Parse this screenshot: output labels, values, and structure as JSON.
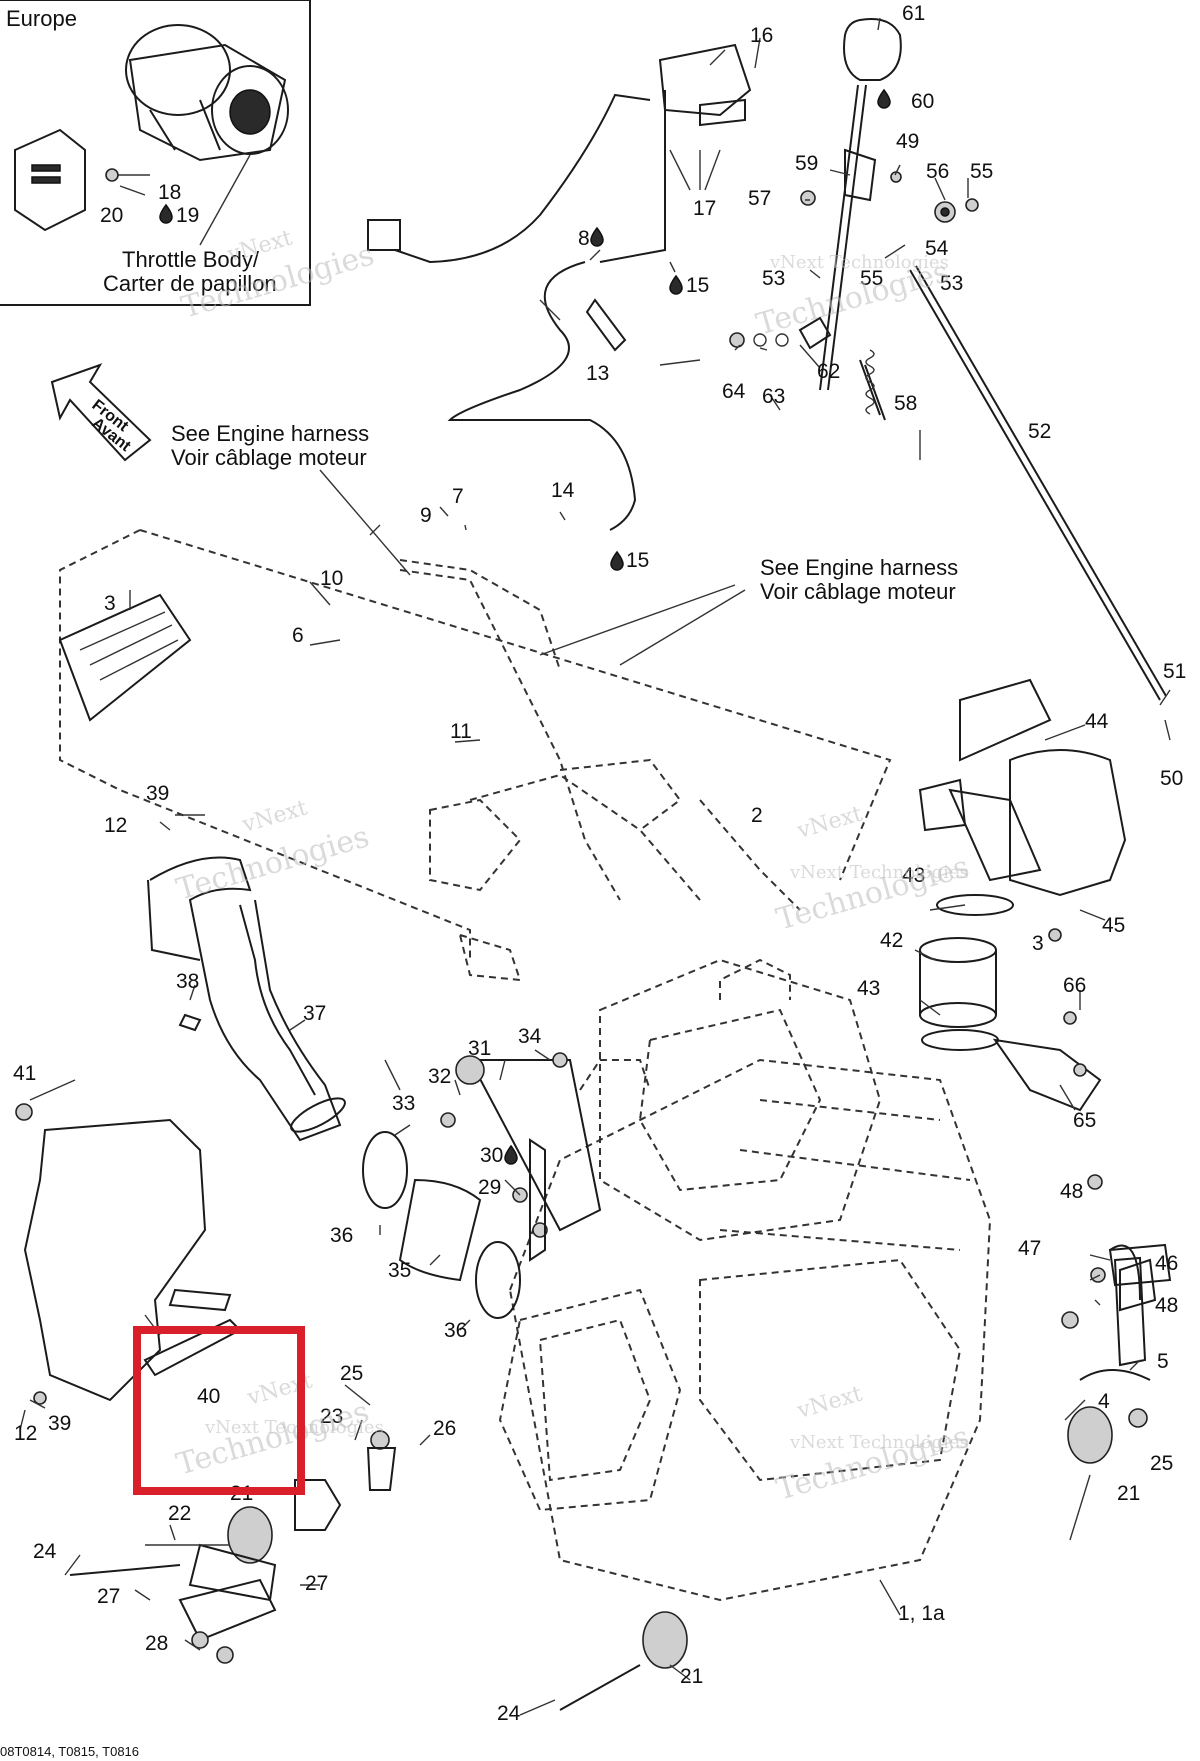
{
  "insets": {
    "region_label": "Europe",
    "throttle_body_label_en": "Throttle Body/",
    "throttle_body_label_fr": "Carter de papillon"
  },
  "notes": {
    "front_en": "Front",
    "front_fr": "Avant",
    "engine_harness_en": "See Engine harness",
    "engine_harness_fr": "Voir câblage moteur"
  },
  "watermark": {
    "line1": "vNext",
    "line2": "Technologies",
    "combined": "vNext Technologies"
  },
  "highlight": {
    "color": "#d9202a",
    "target_callout": "40"
  },
  "footer": {
    "ref_code": "08T0814, T0815, T0816"
  },
  "callouts": {
    "c1": "1, 1a",
    "c2": "2",
    "c3a": "3",
    "c3b": "3",
    "c4": "4",
    "c5": "5",
    "c6": "6",
    "c7": "7",
    "c8": "8",
    "c9": "9",
    "c10": "10",
    "c11": "11",
    "c12a": "12",
    "c12b": "12",
    "c13": "13",
    "c14": "14",
    "c15a": "15",
    "c15b": "15",
    "c16": "16",
    "c17": "17",
    "c18": "18",
    "c19": "19",
    "c20": "20",
    "c21a": "21",
    "c21b": "21",
    "c21c": "21",
    "c22": "22",
    "c23": "23",
    "c24a": "24",
    "c24b": "24",
    "c25a": "25",
    "c25b": "25",
    "c26": "26",
    "c27a": "27",
    "c27b": "27",
    "c28": "28",
    "c29": "29",
    "c30": "30",
    "c31": "31",
    "c32": "32",
    "c33": "33",
    "c34": "34",
    "c35": "35",
    "c36a": "36",
    "c36b": "36",
    "c37": "37",
    "c38": "38",
    "c39a": "39",
    "c39b": "39",
    "c40": "40",
    "c41": "41",
    "c42": "42",
    "c43a": "43",
    "c43b": "43",
    "c44": "44",
    "c45": "45",
    "c46": "46",
    "c47": "47",
    "c48a": "48",
    "c48b": "48",
    "c49": "49",
    "c50": "50",
    "c51": "51",
    "c52": "52",
    "c53a": "53",
    "c53b": "53",
    "c54": "54",
    "c55": "55",
    "c55b": "55",
    "c56": "56",
    "c57": "57",
    "c58": "58",
    "c59": "59",
    "c60": "60",
    "c61": "61",
    "c62": "62",
    "c63": "63",
    "c64": "64",
    "c65": "65",
    "c66": "66"
  }
}
